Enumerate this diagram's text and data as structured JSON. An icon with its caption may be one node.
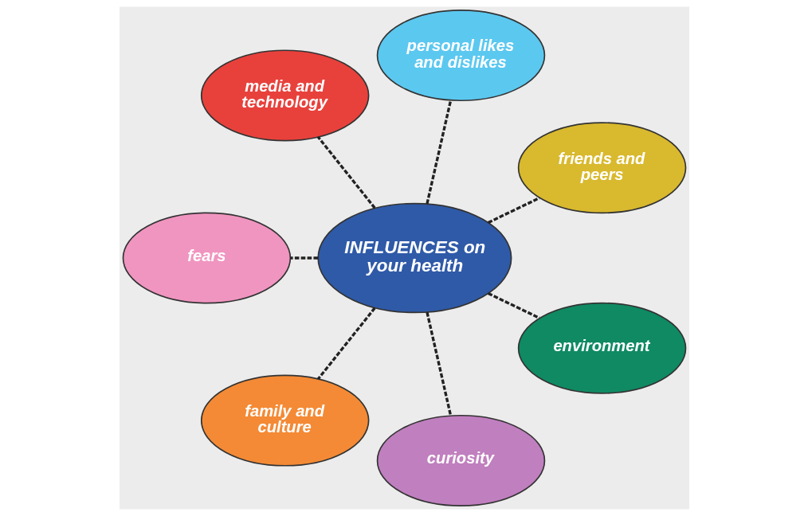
{
  "diagram": {
    "nodes": [
      {
        "text": [
          "friends and peers"
        ]
      },
      {
        "text": [
          "personal likes and dislikes"
        ]
      },
      {
        "text": [
          "media and technology"
        ]
      },
      {
        "text": [
          "fears"
        ]
      },
      {
        "text": [
          "INFLUENCES on your health"
        ]
      },
      {
        "text": [
          "family and culture"
        ]
      },
      {
        "text": [
          "curiosity"
        ]
      },
      {
        "text": [
          "environment"
        ]
      }
    ],
    "edges": [
      {
        "from": 4,
        "to": 0,
        "arrow": "none",
        "style": "dashed"
      },
      {
        "from": 4,
        "to": 1,
        "arrow": "none",
        "style": "dashed"
      },
      {
        "from": 4,
        "to": 2,
        "arrow": "none",
        "style": "dashed"
      },
      {
        "from": 4,
        "to": 3,
        "arrow": "none",
        "style": "dashed"
      },
      {
        "from": 4,
        "to": 5,
        "arrow": "none",
        "style": "dashed"
      },
      {
        "from": 4,
        "to": 6,
        "arrow": "none",
        "style": "dashed"
      },
      {
        "from": 4,
        "to": 7,
        "arrow": "none",
        "style": "dashed"
      }
    ]
  }
}
